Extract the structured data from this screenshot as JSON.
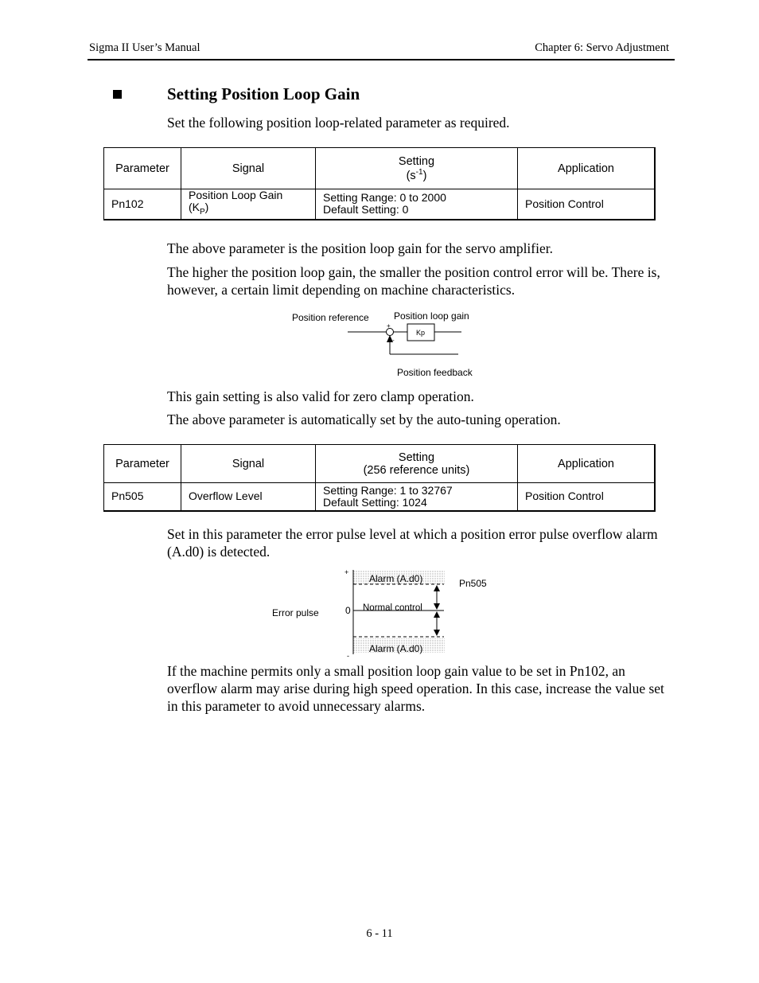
{
  "header": {
    "left": "Sigma II User’s Manual",
    "right": "Chapter 6:  Servo Adjustment"
  },
  "section": {
    "title": "Setting Position Loop Gain",
    "intro": "Set the following position loop-related parameter as required."
  },
  "table1": {
    "headers": {
      "parameter": "Parameter",
      "signal": "Signal",
      "setting": "Setting",
      "setting_unit_base": "(s",
      "setting_unit_sup": "-1",
      "setting_unit_close": ")",
      "application": "Application"
    },
    "row": {
      "parameter": "Pn102",
      "signal_line1": "Position  Loop Gain",
      "signal_line2_base": "(K",
      "signal_line2_sub": "P",
      "signal_line2_close": ")",
      "setting_line1": "Setting Range:  0 to 2000",
      "setting_line2": "Default Setting:  0",
      "application": "Position Control"
    }
  },
  "paragraphs": {
    "p1": "The above parameter is the position loop gain for the servo amplifier.",
    "p2": "The higher the position loop gain, the smaller the position control error will be. There is, however, a certain limit depending on machine characteristics.",
    "p3": "This gain setting is also valid for zero clamp operation.",
    "p4": "The above parameter is automatically set by the auto-tuning operation.",
    "p5": "Set in this parameter the error pulse level at which a position error pulse overflow alarm (A.d0) is detected.",
    "p6": "If the machine permits only a small position loop gain value to be set in Pn102, an overflow alarm may arise during high speed operation.  In this case, increase the value set in this parameter to avoid unnecessary alarms."
  },
  "diagram1": {
    "position_reference": "Position reference",
    "position_loop_gain": "Position loop gain",
    "kp_box": "Kp",
    "plus": "+",
    "minus": "-",
    "position_feedback": "Position feedback"
  },
  "table2": {
    "headers": {
      "parameter": "Parameter",
      "signal": "Signal",
      "setting_line1": "Setting",
      "setting_line2": "(256 reference units)",
      "application": "Application"
    },
    "row": {
      "parameter": "Pn505",
      "signal": "Overflow Level",
      "setting_line1": "Setting Range:  1 to 32767",
      "setting_line2": "Default Setting:  1024",
      "application": "Position Control"
    }
  },
  "diagram2": {
    "plus": "+",
    "minus": "-",
    "zero": "0",
    "alarm_top": "Alarm (A.d0)",
    "normal_control": "Normal control",
    "alarm_bottom": "Alarm (A.d0)",
    "error_pulse": "Error pulse",
    "pn505": "Pn505"
  },
  "footer": {
    "page_number": "6 - 11"
  }
}
